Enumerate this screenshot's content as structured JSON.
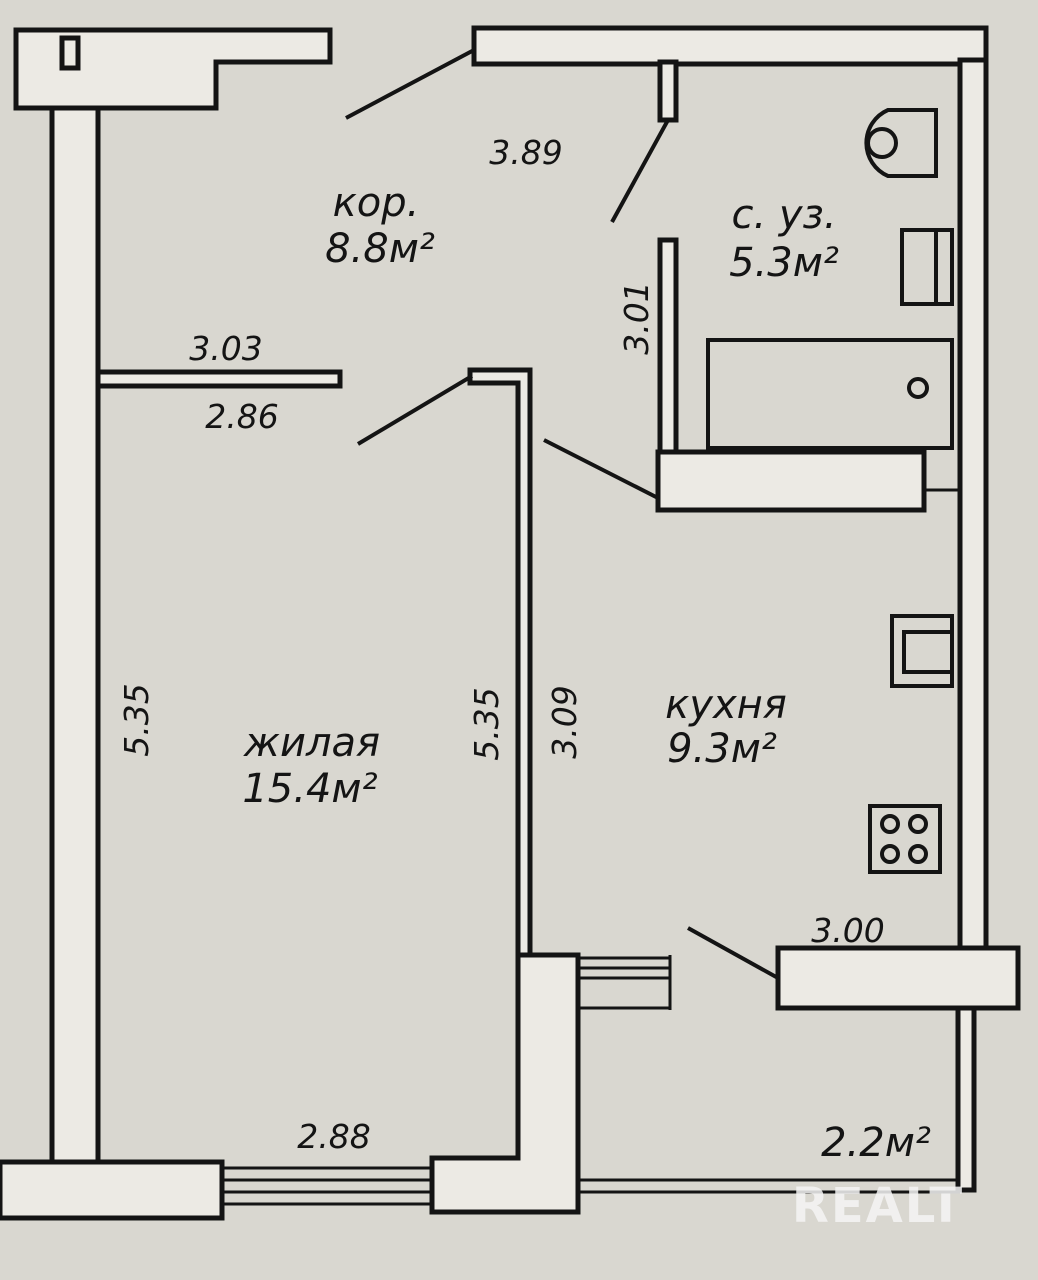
{
  "rooms": {
    "corridor": {
      "name": "кор.",
      "area": "8.8м²"
    },
    "bathroom": {
      "name": "с. уз.",
      "area": "5.3м²"
    },
    "living": {
      "name": "жилая",
      "area": "15.4м²"
    },
    "kitchen": {
      "name": "кухня",
      "area": "9.3м²"
    },
    "balcony": {
      "area": "2.2м²"
    }
  },
  "dimensions": {
    "top_corridor": "3.89",
    "bathroom_height": "3.01",
    "corridor_width": "3.03",
    "living_top": "2.86",
    "living_left": "5.35",
    "living_right": "5.35",
    "kitchen_left": "3.09",
    "kitchen_bottom": "3.00",
    "living_bottom": "2.88"
  },
  "watermark": "REALT",
  "colors": {
    "paper": "#d9d7d0",
    "wall_fill": "#eceae4",
    "ink": "#141414"
  }
}
